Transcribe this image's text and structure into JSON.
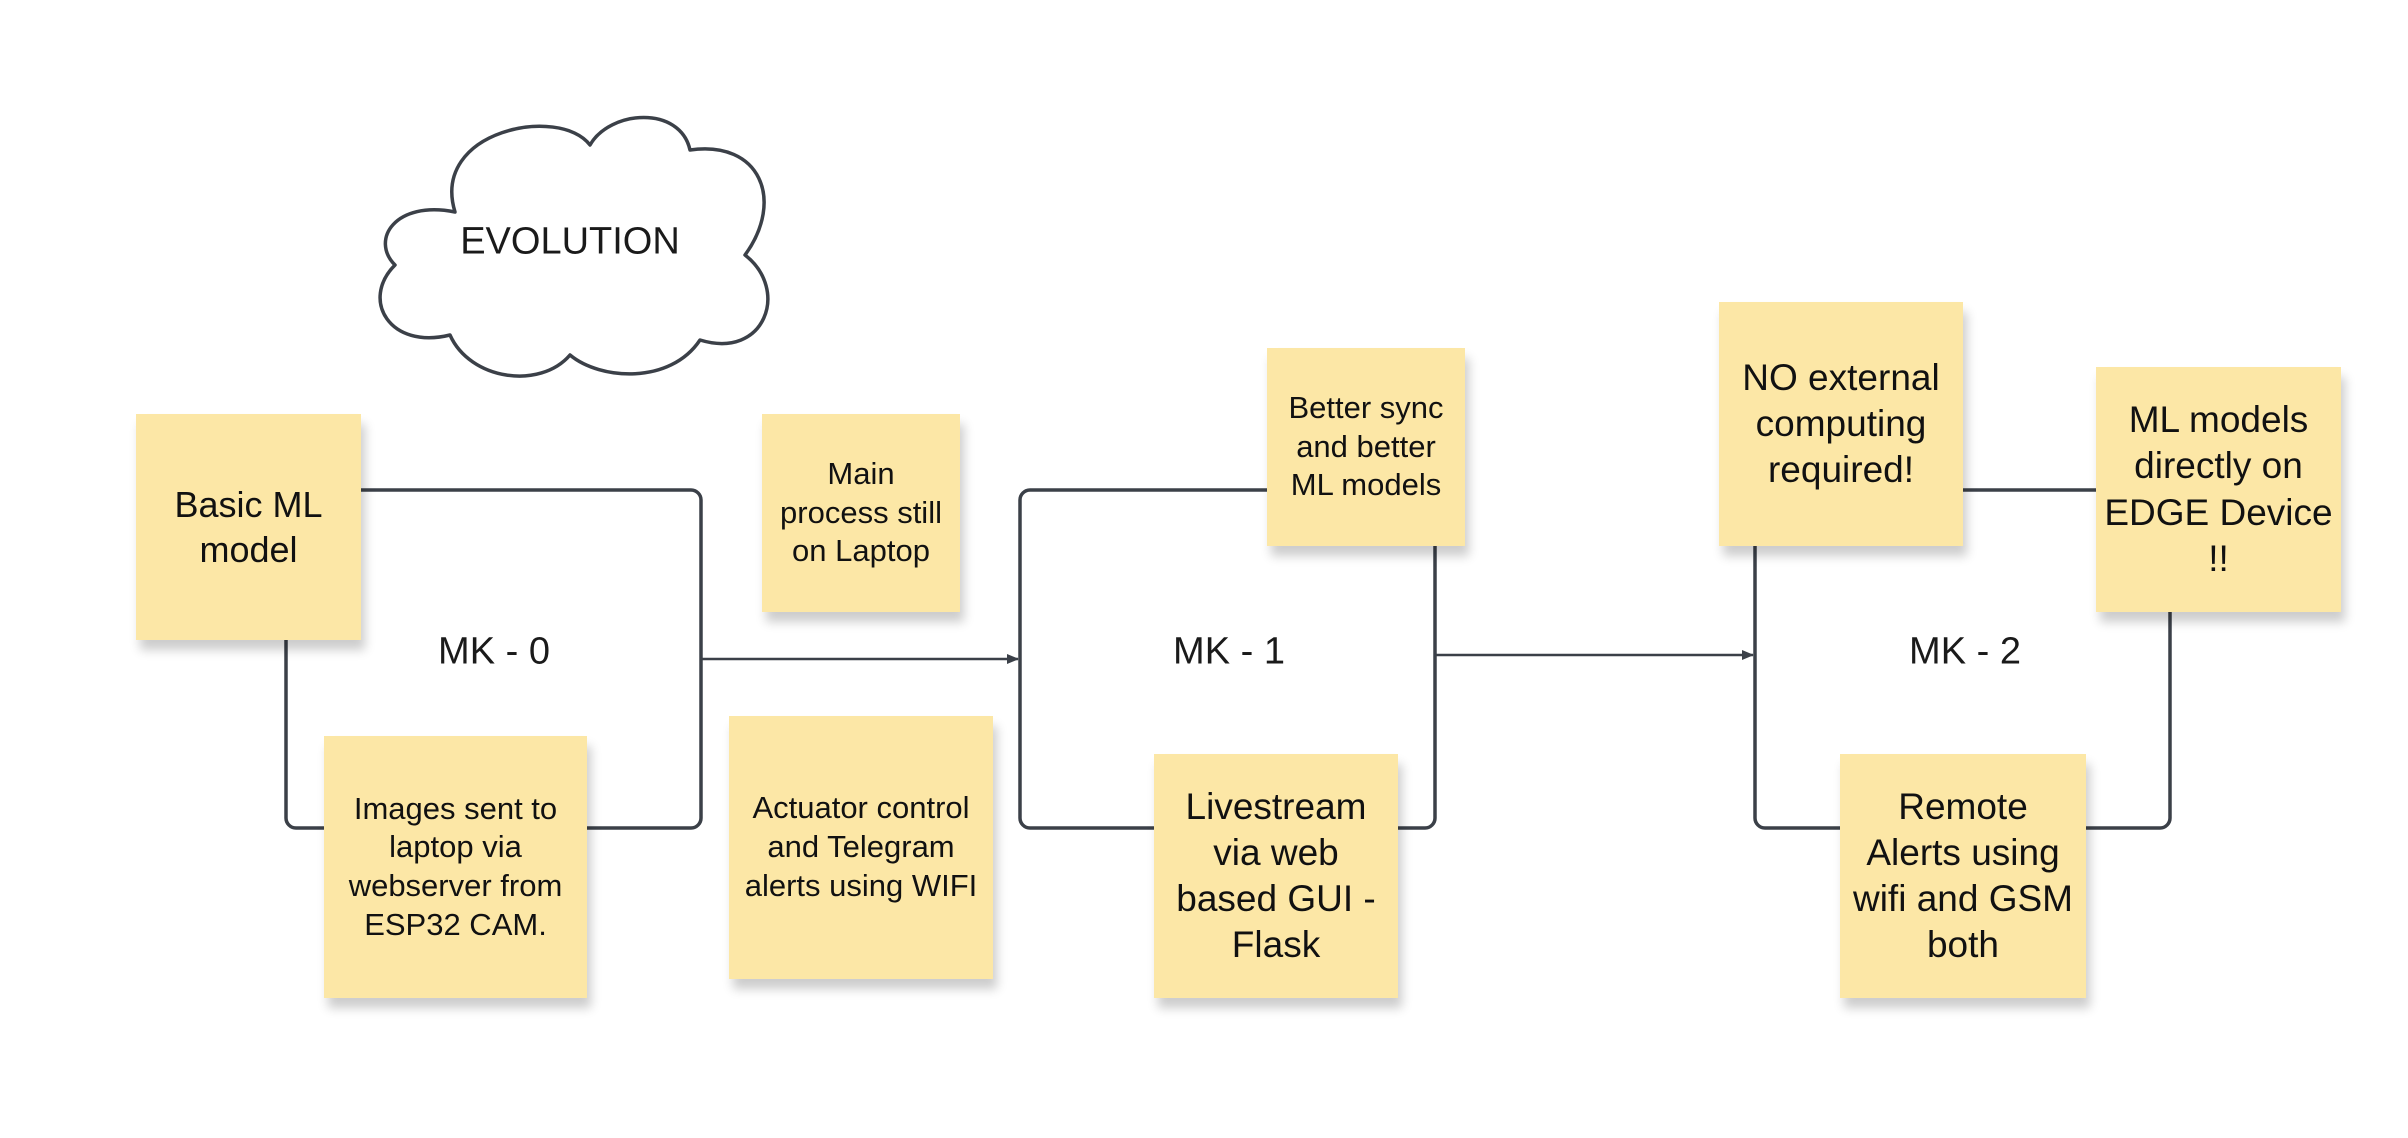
{
  "title": "EVOLUTION",
  "stages": [
    {
      "id": "mk0",
      "label": "MK - 0"
    },
    {
      "id": "mk1",
      "label": "MK - 1"
    },
    {
      "id": "mk2",
      "label": "MK - 2"
    }
  ],
  "notes": {
    "mk0_top": "Basic ML model",
    "mk0_bottom": "Images sent to laptop via webserver from ESP32 CAM.",
    "transition1_top": "Main process still on Laptop",
    "transition1_bottom": "Actuator control and Telegram alerts using WIFI",
    "mk1_top": "Better sync and better ML models",
    "mk1_bottom": "Livestream via web based GUI - Flask",
    "mk2_top_left": "NO external computing required!",
    "mk2_top_right": "ML models directly on EDGE Device !!",
    "mk2_bottom": "Remote Alerts using wifi and GSM both"
  },
  "colors": {
    "note": "#fce7a6",
    "line": "#3b4048",
    "background": "#ffffff"
  }
}
